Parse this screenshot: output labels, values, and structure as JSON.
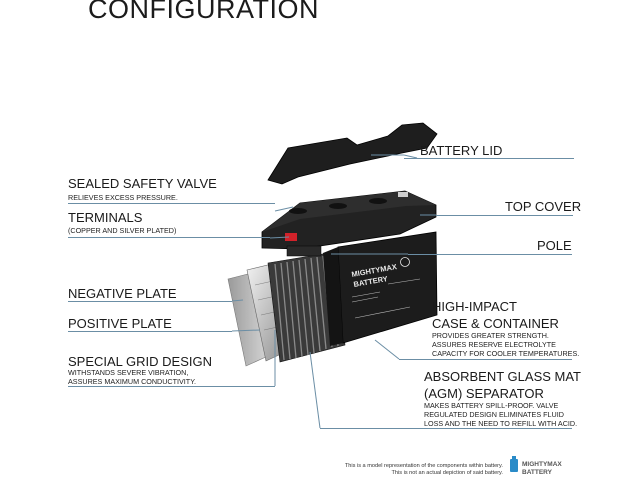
{
  "title": "CONFIGURATION",
  "labels": {
    "battery_lid": "BATTERY LID",
    "top_cover": "TOP COVER",
    "pole": "POLE",
    "safety_valve": "SEALED SAFETY VALVE",
    "safety_valve_desc": "RELIEVES EXCESS PRESSURE.",
    "terminals": "TERMINALS",
    "terminals_desc": "(COPPER AND SILVER PLATED)",
    "negative_plate": "NEGATIVE PLATE",
    "positive_plate": "POSITIVE PLATE",
    "grid_design": "SPECIAL GRID DESIGN",
    "grid_desc_1": "WITHSTANDS SEVERE VIBRATION,",
    "grid_desc_2": "ASSURES MAXIMUM CONDUCTIVITY.",
    "case_1": "HIGH-IMPACT",
    "case_2": "CASE & CONTAINER",
    "case_desc_1": "PROVIDES GREATER STRENGTH.",
    "case_desc_2": "ASSURES RESERVE ELECTROLYTE",
    "case_desc_3": "CAPACITY FOR COOLER TEMPERATURES.",
    "agm_1": "ABSORBENT GLASS MAT",
    "agm_2": "(AGM) SEPARATOR",
    "agm_desc_1": "MAKES BATTERY SPILL-PROOF. VALVE",
    "agm_desc_2": "REGULATED DESIGN ELIMINATES FLUID",
    "agm_desc_3": "LOSS AND THE NEED TO REFILL WITH ACID."
  },
  "footnote": {
    "line1": "This is a model representation of the components within battery.",
    "line2": "This is not an actual depiction of said battery."
  },
  "logo": {
    "brand_top": "MIGHTYMAX",
    "brand_bottom": "BATTERY"
  },
  "colors": {
    "leader": "#6b8ea5",
    "battery_body": "#1c1c1c",
    "terminal_red": "#d2222a"
  }
}
